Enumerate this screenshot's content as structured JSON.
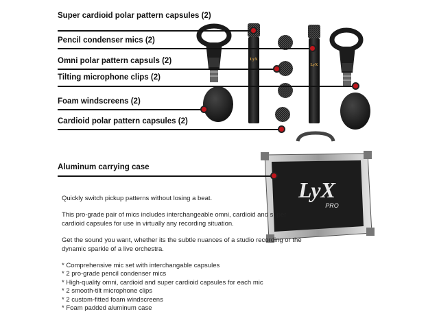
{
  "callouts": [
    {
      "label": "Super cardioid polar pattern capsules (2)"
    },
    {
      "label": "Pencil condenser mics (2)"
    },
    {
      "label": "Omni polar pattern capsuls (2)"
    },
    {
      "label": "Tilting microphone clips (2)"
    },
    {
      "label": "Foam windscreens (2)"
    },
    {
      "label": "Cardioid polar pattern capsules (2)"
    },
    {
      "label": "Aluminum carrying case"
    }
  ],
  "logo_text": "LyX",
  "logo_sub": "PRO",
  "mic_brand": "LyX",
  "description": {
    "tagline": "Quickly switch pickup patterns without losing a beat.",
    "para1": "This pro-grade pair of mics includes interchangeable omni, cardioid and super cardioid capsules for use in virtually any recording situation.",
    "para2": "Get the sound you want, whether its the subtle nuances of a studio recording or the dynamic sparkle of a live orchestra.",
    "bullets": [
      "* Comprehensive mic set with interchangable capsules",
      "* 2 pro-grade pencil condenser mics",
      "* High-quality omni, cardioid and super cardioid capsules for each mic",
      "* 2 smooth-tilt microphone clips",
      "* 2 custom-fitted foam windscreens",
      "* Foam padded aluminum case"
    ]
  }
}
